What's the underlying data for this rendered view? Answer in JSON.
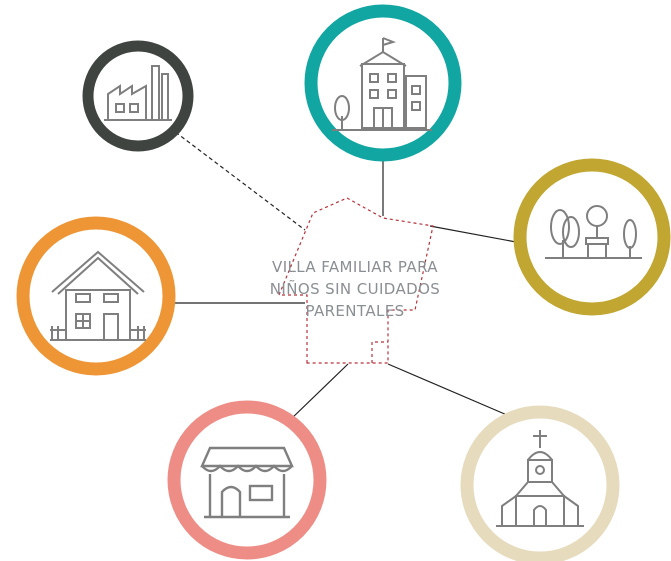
{
  "center": {
    "lines": [
      "VILLA FAMILIAR PARA",
      "NIÑOS SIN CUIDADOS",
      "PARENTALES"
    ],
    "outline_color": "#b8323c"
  },
  "nodes": [
    {
      "id": "factory",
      "icon": "factory-icon",
      "ring_color": "#3f4440"
    },
    {
      "id": "school",
      "icon": "school-building-icon",
      "ring_color": "#12a6a3"
    },
    {
      "id": "park",
      "icon": "park-trees-bench-icon",
      "ring_color": "#c2a632"
    },
    {
      "id": "house",
      "icon": "house-icon",
      "ring_color": "#ee9535"
    },
    {
      "id": "shop",
      "icon": "shop-store-icon",
      "ring_color": "#ee8d86"
    },
    {
      "id": "church",
      "icon": "church-icon",
      "ring_color": "#e7dbbe"
    }
  ],
  "icon_color": "#7f7f7f"
}
